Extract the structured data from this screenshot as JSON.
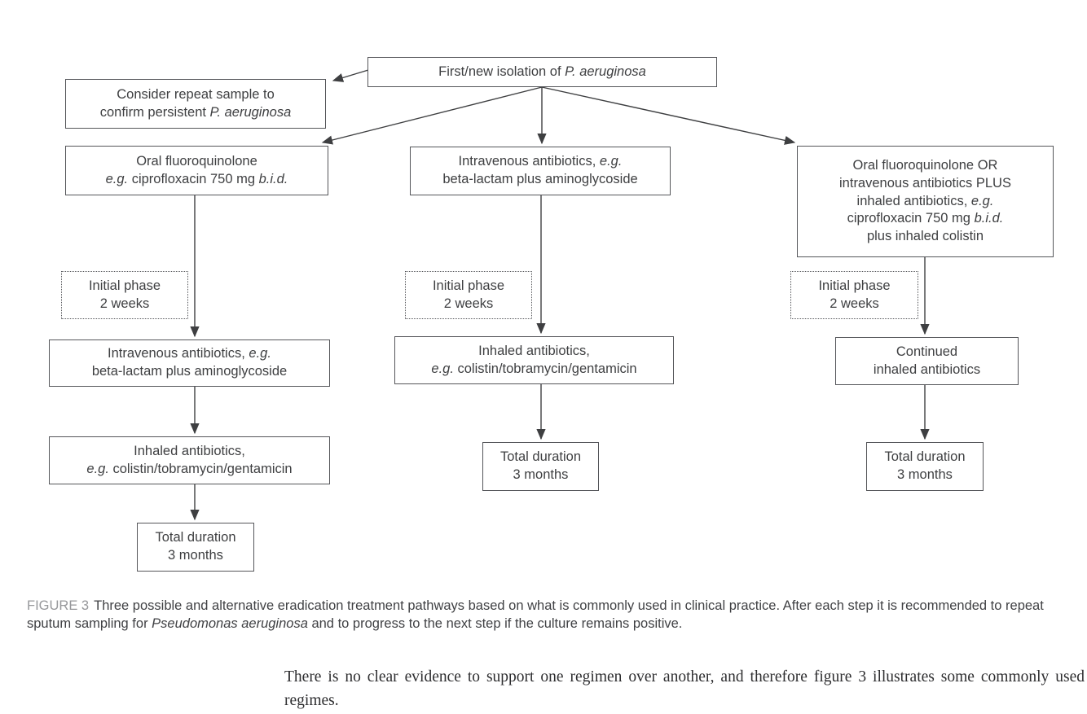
{
  "diagram": {
    "colors": {
      "box_border": "#55565a",
      "box_text": "#3e3f41",
      "arrow": "#3e3f41",
      "caption_label": "#97989b",
      "caption_text": "#404144"
    },
    "nodes": {
      "first_isolation": {
        "lines": [
          [
            {
              "t": "First/new isolation of "
            },
            {
              "t": "P. aeruginosa",
              "i": true
            }
          ]
        ]
      },
      "repeat_sample": {
        "lines": [
          [
            {
              "t": "Consider repeat sample to"
            }
          ],
          [
            {
              "t": "confirm persistent "
            },
            {
              "t": "P. aeruginosa",
              "i": true
            }
          ]
        ]
      },
      "oral_fluoroquinolone": {
        "lines": [
          [
            {
              "t": "Oral fluoroquinolone"
            }
          ],
          [
            {
              "t": "e.g.",
              "i": true
            },
            {
              "t": " ciprofloxacin 750 mg "
            },
            {
              "t": "b.i.d.",
              "i": true
            }
          ]
        ]
      },
      "iv_antibiotics_mid": {
        "lines": [
          [
            {
              "t": "Intravenous antibiotics, "
            },
            {
              "t": "e.g.",
              "i": true
            }
          ],
          [
            {
              "t": "beta-lactam plus aminoglycoside"
            }
          ]
        ]
      },
      "combo_right": {
        "lines": [
          [
            {
              "t": "Oral fluoroquinolone OR"
            }
          ],
          [
            {
              "t": "intravenous antibiotics PLUS"
            }
          ],
          [
            {
              "t": "inhaled antibiotics, "
            },
            {
              "t": "e.g.",
              "i": true
            }
          ],
          [
            {
              "t": "ciprofloxacin 750 mg "
            },
            {
              "t": "b.i.d.",
              "i": true
            }
          ],
          [
            {
              "t": "plus inhaled colistin"
            }
          ]
        ]
      },
      "initial_phase_left": {
        "lines": [
          [
            {
              "t": "Initial phase"
            }
          ],
          [
            {
              "t": "2 weeks"
            }
          ]
        ]
      },
      "initial_phase_mid": {
        "lines": [
          [
            {
              "t": "Initial phase"
            }
          ],
          [
            {
              "t": "2 weeks"
            }
          ]
        ]
      },
      "initial_phase_right": {
        "lines": [
          [
            {
              "t": "Initial phase"
            }
          ],
          [
            {
              "t": "2 weeks"
            }
          ]
        ]
      },
      "iv_antibiotics_left": {
        "lines": [
          [
            {
              "t": "Intravenous antibiotics, "
            },
            {
              "t": "e.g.",
              "i": true
            }
          ],
          [
            {
              "t": "beta-lactam plus aminoglycoside"
            }
          ]
        ]
      },
      "inhaled_mid": {
        "lines": [
          [
            {
              "t": "Inhaled antibiotics,"
            }
          ],
          [
            {
              "t": "e.g.",
              "i": true
            },
            {
              "t": " colistin/tobramycin/gentamicin"
            }
          ]
        ]
      },
      "continued_inhaled": {
        "lines": [
          [
            {
              "t": "Continued"
            }
          ],
          [
            {
              "t": "inhaled antibiotics"
            }
          ]
        ]
      },
      "inhaled_left": {
        "lines": [
          [
            {
              "t": "Inhaled antibiotics,"
            }
          ],
          [
            {
              "t": "e.g.",
              "i": true
            },
            {
              "t": " colistin/tobramycin/gentamicin"
            }
          ]
        ]
      },
      "total_duration_left": {
        "lines": [
          [
            {
              "t": "Total duration"
            }
          ],
          [
            {
              "t": "3 months"
            }
          ]
        ]
      },
      "total_duration_mid": {
        "lines": [
          [
            {
              "t": "Total duration"
            }
          ],
          [
            {
              "t": "3 months"
            }
          ]
        ]
      },
      "total_duration_right": {
        "lines": [
          [
            {
              "t": "Total duration"
            }
          ],
          [
            {
              "t": "3 months"
            }
          ]
        ]
      }
    },
    "caption": {
      "label": "FIGURE 3",
      "runs": [
        [
          {
            "t": "Three possible and alternative eradication treatment pathways based on what is commonly used in clinical practice. After each step it is recommended to repeat sputum sampling for "
          },
          {
            "t": "Pseudomonas aeruginosa",
            "i": true
          },
          {
            "t": " and to progress to the next step if the culture remains positive."
          }
        ]
      ]
    },
    "body_paragraph": "There is no clear evidence to support one regimen over another, and therefore figure 3 illustrates some commonly used regimes."
  }
}
